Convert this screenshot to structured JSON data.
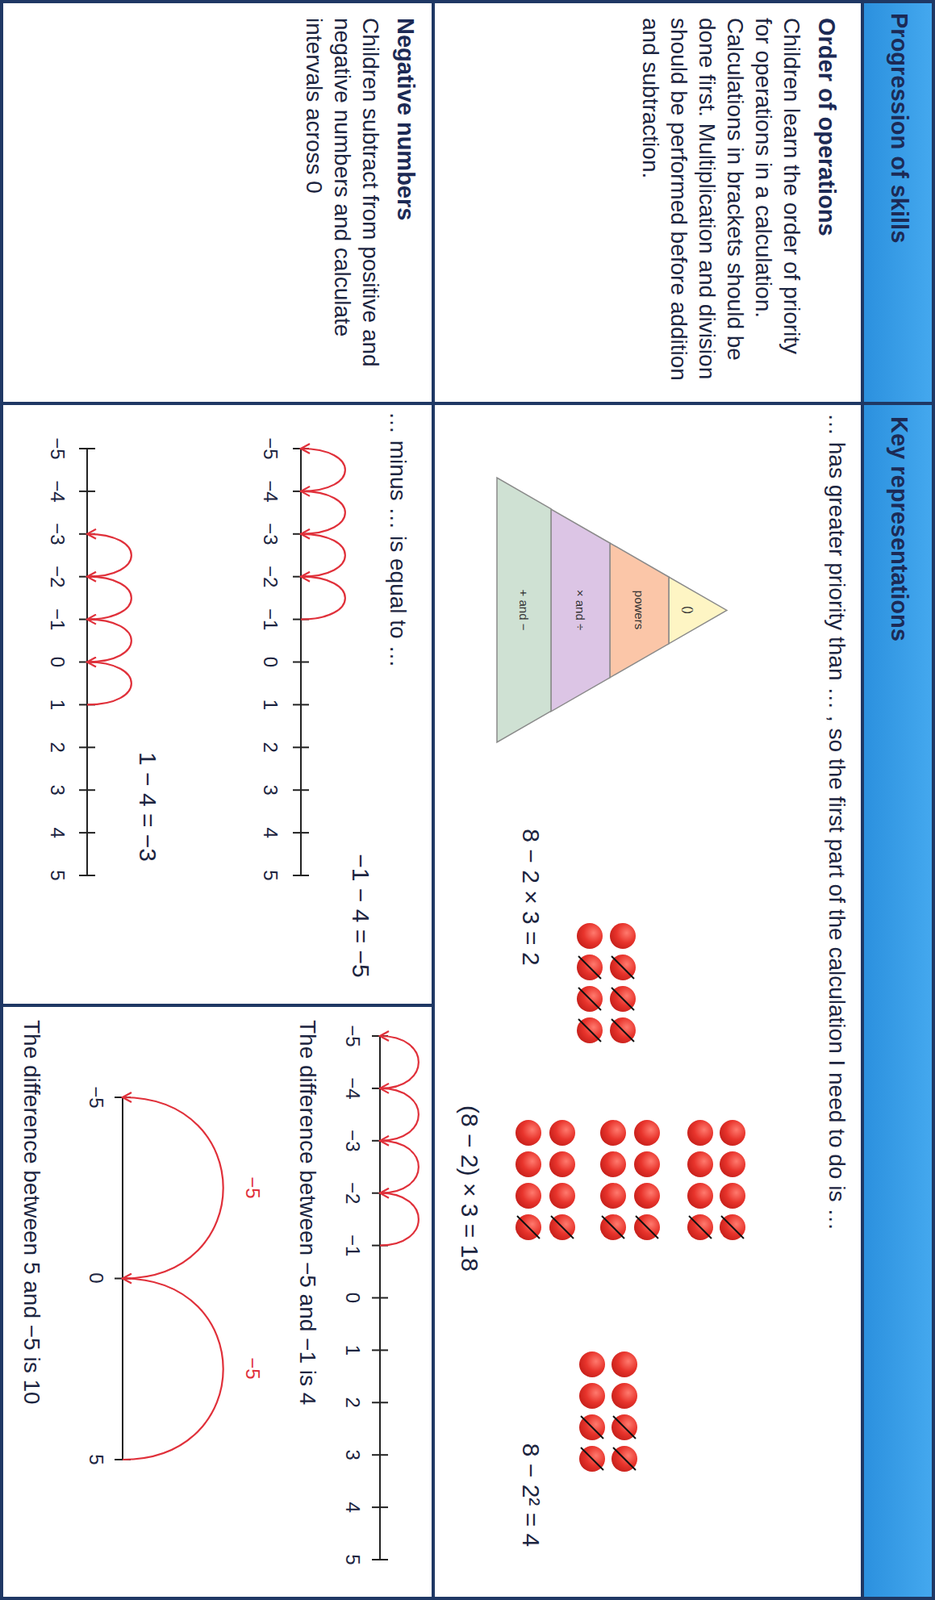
{
  "diagram": {
    "nodes": [
      {
        "text": [
          "Progression of skills"
        ]
      },
      {
        "text": [
          "Key representations"
        ]
      },
      {
        "text": [
          "Order of operations",
          "Children learn the order of priority for operations in a calculation. Calculations in brackets should be done first. Multiplication and division should be performed before addition and subtraction."
        ]
      },
      {
        "text": [
          "… has greater priority than … , so the first part of the calculation I need to do is …"
        ]
      },
      {
        "text": [
          "()"
        ],
        "in": 3
      },
      {
        "text": [
          "powers"
        ],
        "in": 3
      },
      {
        "text": [
          "× and ÷"
        ],
        "in": 3
      },
      {
        "text": [
          "+ and −"
        ],
        "in": 3
      },
      {
        "text": [
          "Negative numbers",
          "Children subtract from positive and negative numbers and calculate intervals across 0"
        ]
      },
      {
        "text": [
          "… minus … is equal to …"
        ]
      },
      {
        "text": [
          "The difference between −5 and −1 is 4",
          "The difference between 5 and −5 is 10"
        ]
      }
    ],
    "labels": [
      "8 − 2 × 3 = 2",
      "(8 − 2) × 3 = 18",
      "8 − 2² = 4",
      "−1 − 4 = −5",
      "−5",
      "−4",
      "−3",
      "−2",
      "−1",
      "0",
      "1",
      "2",
      "3",
      "4",
      "5",
      "1 − 4 = −3",
      "−5",
      "−4",
      "−3",
      "−2",
      "−1",
      "0",
      "1",
      "2",
      "3",
      "4",
      "5",
      "−5",
      "−4",
      "−3",
      "−2",
      "−1",
      "0",
      "1",
      "2",
      "3",
      "4",
      "5",
      "−5",
      "0",
      "5",
      "−5",
      "−5"
    ]
  }
}
